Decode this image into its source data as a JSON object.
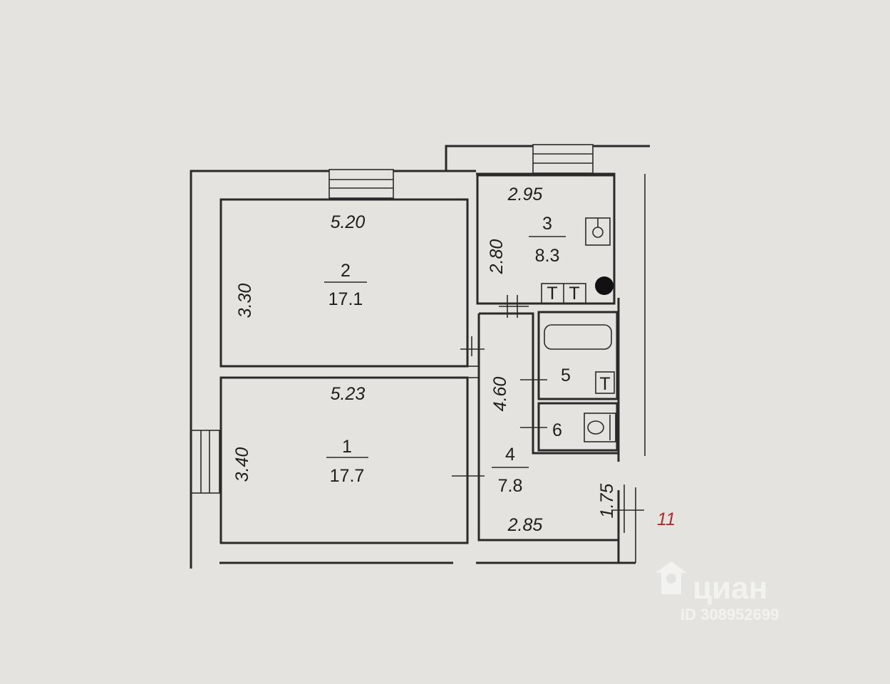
{
  "rooms": [
    {
      "number": "1",
      "area": "17.7",
      "length": "5.23",
      "width": "3.40"
    },
    {
      "number": "2",
      "area": "17.1",
      "length": "5.20",
      "width": "3.30"
    },
    {
      "number": "3",
      "area": "8.3",
      "length": "2.95",
      "width": "2.80"
    },
    {
      "number": "4",
      "area": "7.8",
      "length": "2.85",
      "width": "4.60",
      "extra_width": "1.75"
    },
    {
      "number": "5"
    },
    {
      "number": "6"
    }
  ],
  "unit_number": "11",
  "watermark": {
    "brand": "циан",
    "listing_id": "ID 308952699"
  },
  "colors": {
    "paper": "#e4e3df",
    "ink": "#2a2a2a",
    "unit_number": "#b22a2a",
    "watermark": "#f2f2f0"
  }
}
